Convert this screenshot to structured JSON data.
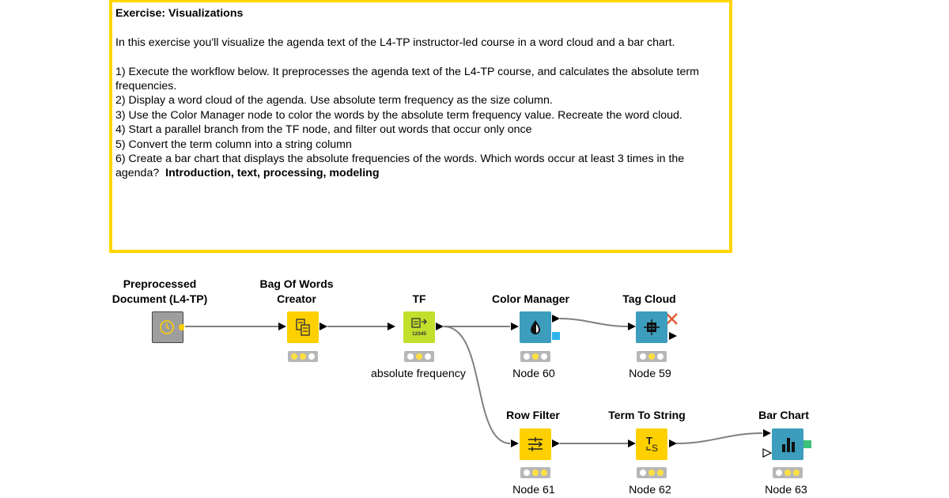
{
  "annotation": {
    "title": "Exercise: Visualizations",
    "intro": "In this exercise you'll visualize the agenda text of the L4-TP instructor-led course in a word cloud and a bar chart.",
    "steps": [
      "1) Execute the workflow below. It preprocesses the agenda text of the L4-TP course, and calculates the absolute term frequencies.",
      "2) Display a word cloud of the agenda. Use absolute term frequency as the size column.",
      "3) Use the Color Manager node to color the words by the absolute term frequency value. Recreate the word cloud.",
      "4) Start a parallel branch from the TF node, and filter out words that occur only once",
      "5) Convert the term column into a string column",
      "6) Create a bar chart that displays the absolute frequencies of the words. Which words occur at least 3 times in the agenda?"
    ],
    "answer": "Introduction, text, processing, modeling",
    "border_color": "#ffd600"
  },
  "nodes": {
    "preprocessed": {
      "title_line1": "Preprocessed",
      "title_line2": "Document (L4-TP)",
      "icon": "clock-icon",
      "color": "#9e9e9e"
    },
    "bow": {
      "title_line1": "Bag Of Words",
      "title_line2": "Creator",
      "icon": "bag-of-words-icon",
      "color": "#ffd000"
    },
    "tf": {
      "title": "TF",
      "label": "absolute frequency",
      "icon_text": "12345",
      "icon": "term-frequency-icon",
      "color": "#c2df2c"
    },
    "color_manager": {
      "title": "Color Manager",
      "label": "Node 60",
      "icon": "color-drop-icon",
      "color": "#3c9dbd"
    },
    "tag_cloud": {
      "title": "Tag Cloud",
      "label": "Node 59",
      "icon": "tag-cloud-icon",
      "color": "#3c9dbd"
    },
    "row_filter": {
      "title": "Row Filter",
      "label": "Node 61",
      "icon": "row-filter-icon",
      "color": "#ffd000"
    },
    "term_to_string": {
      "title": "Term To String",
      "label": "Node 62",
      "icon_text": "T",
      "icon_sub": "S",
      "icon": "term-to-string-icon",
      "color": "#ffd000"
    },
    "bar_chart": {
      "title": "Bar Chart",
      "label": "Node 63",
      "icon": "bar-chart-icon",
      "color": "#3c9dbd"
    }
  }
}
